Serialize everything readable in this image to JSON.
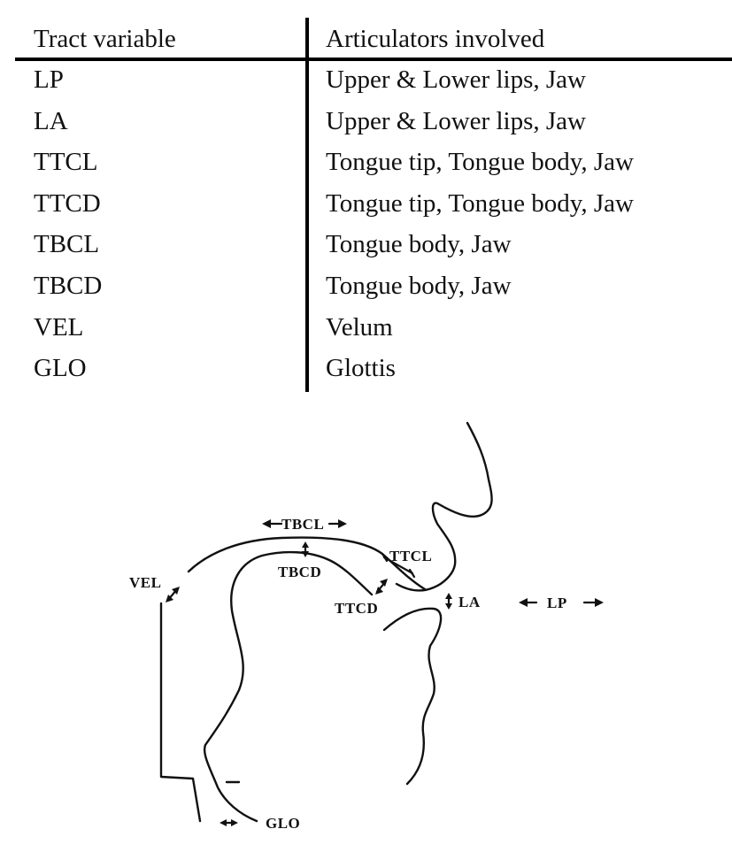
{
  "table": {
    "header": {
      "variable": "Tract variable",
      "articulators": "Articulators involved"
    },
    "rows": [
      {
        "variable": "LP",
        "articulators": "Upper & Lower lips, Jaw"
      },
      {
        "variable": "LA",
        "articulators": "Upper & Lower lips, Jaw"
      },
      {
        "variable": "TTCL",
        "articulators": "Tongue tip, Tongue body, Jaw"
      },
      {
        "variable": "TTCD",
        "articulators": "Tongue tip, Tongue body, Jaw"
      },
      {
        "variable": "TBCL",
        "articulators": "Tongue body, Jaw"
      },
      {
        "variable": "TBCD",
        "articulators": "Tongue body, Jaw"
      },
      {
        "variable": "VEL",
        "articulators": "Velum"
      },
      {
        "variable": "GLO",
        "articulators": "Glottis"
      }
    ]
  },
  "diagram": {
    "labels": {
      "tbcl": "TBCL",
      "ttcl": "TTCL",
      "tbcd": "TBCD",
      "vel": "VEL",
      "ttcd": "TTCD",
      "la": "LA",
      "lp": "LP",
      "glo": "GLO"
    }
  }
}
